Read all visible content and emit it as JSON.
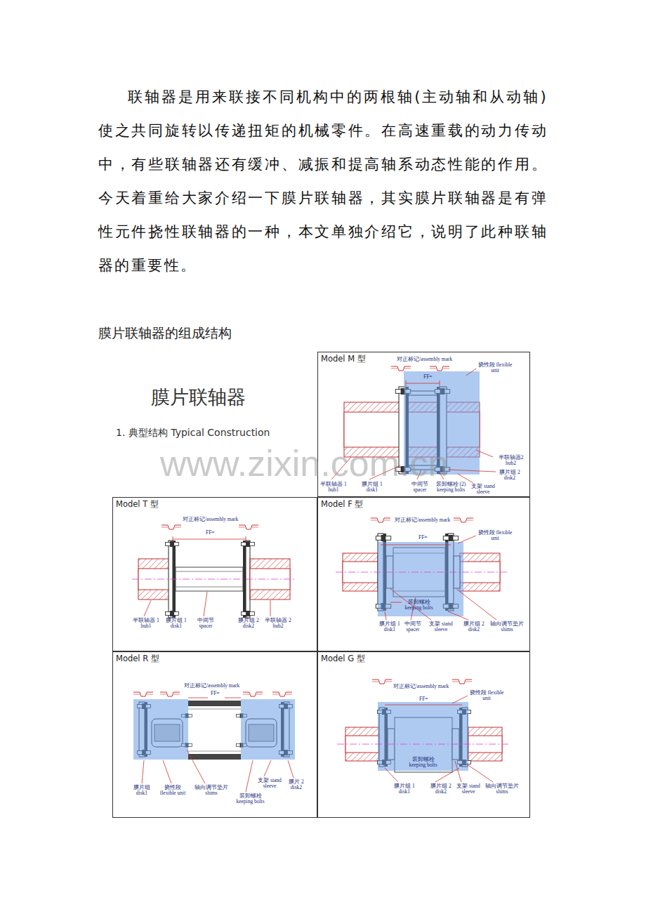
{
  "diagram": {
    "title": "膜片联轴器",
    "nodes": [
      {
        "text": [
          "Model M 型"
        ]
      },
      {
        "text": [
          "Model T 型"
        ]
      },
      {
        "text": [
          "Model F 型"
        ]
      },
      {
        "text": [
          "Model R 型"
        ]
      },
      {
        "text": [
          "Model G 型"
        ]
      }
    ],
    "labels": [
      "联轴器是用来联接不同机构中的两根轴(主动轴和从动轴)使之共同旋转以传递扭矩的机械零件。在高速重载的动力传动中，有些联轴器还有缓冲、减振和提高轴系动态性能的作用。今天着重给大家介绍一下膜片联轴器，其实膜片联轴器是有弹性元件挠性联轴器的一种，本文单独介绍它，说明了此种联轴器的重要性。",
      "膜片联轴器的组成结构",
      "1. 典型结构 Typical Construction",
      "www.zixin.com.cn",
      "对正标记/assembly mark",
      "FF=",
      "挠性段 flexible unit",
      "半联轴器2 hub2",
      "半联轴器 1 hub1",
      "膜片组 1 disk1",
      "中间节 spacer",
      "装卸螺栓 (2) keeping bolts",
      "支架 stand sleeve",
      "膜片组 2 disk2",
      "对正标记/assembly mark",
      "FF=",
      "半联轴器 1 hub1",
      "膜片组 1 disk1",
      "中间节 spacer",
      "膜片组 2 disk2",
      "半联轴器 2 hub2",
      "对正标记/assembly mark",
      "FF=",
      "挠性段 flexible unit",
      "装卸螺栓 keeping bolts",
      "膜片组 1 disk1",
      "中间节 spacer",
      "支架 stand sleeve",
      "膜片组 2 disk2",
      "轴向调节垫片 shims",
      "对正标记/assembly mark",
      "FF=",
      "膜片组 disk1",
      "挠性段 flexible unit",
      "轴向调节垫片 shims",
      "装卸螺栓 keeping bolts",
      "支架 stand sleeve",
      "膜片 2 disk2",
      "对正标记/assembly mark",
      "FF=",
      "挠性段 flexible unit",
      "装卸螺栓 keeping bolts",
      "膜片组 1 disk1",
      "膜片组 2 disk2",
      "支架 stand sleeve",
      "轴向调节垫片 shims"
    ]
  }
}
